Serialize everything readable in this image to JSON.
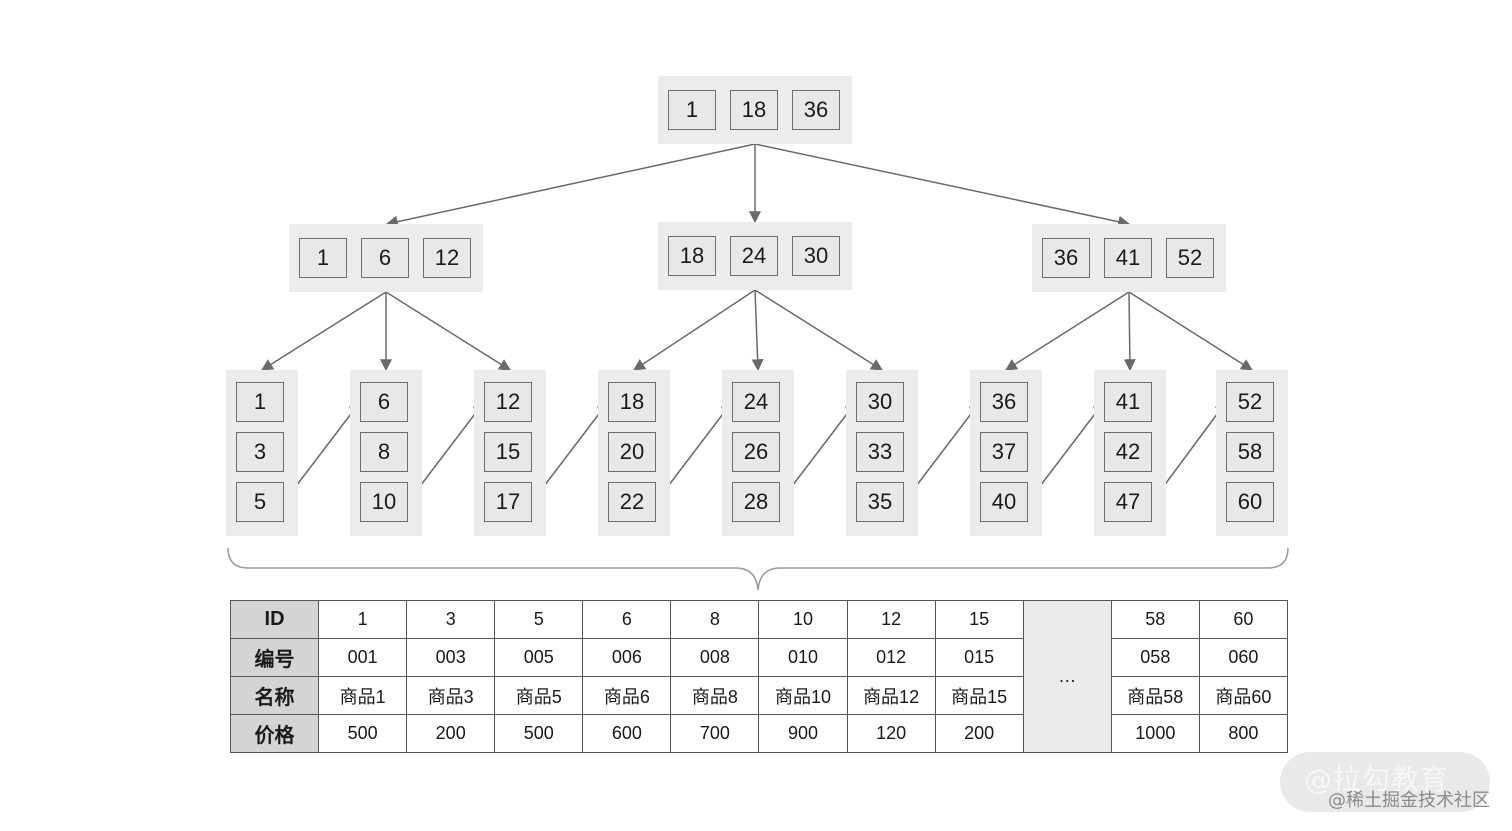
{
  "tree": {
    "root": [
      "1",
      "18",
      "36"
    ],
    "internal": [
      [
        "1",
        "6",
        "12"
      ],
      [
        "18",
        "24",
        "30"
      ],
      [
        "36",
        "41",
        "52"
      ]
    ],
    "leaves": [
      [
        "1",
        "3",
        "5"
      ],
      [
        "6",
        "8",
        "10"
      ],
      [
        "12",
        "15",
        "17"
      ],
      [
        "18",
        "20",
        "22"
      ],
      [
        "24",
        "26",
        "28"
      ],
      [
        "30",
        "33",
        "35"
      ],
      [
        "36",
        "37",
        "40"
      ],
      [
        "41",
        "42",
        "47"
      ],
      [
        "52",
        "58",
        "60"
      ]
    ]
  },
  "table": {
    "headers": [
      "ID",
      "编号",
      "名称",
      "价格"
    ],
    "columns": [
      [
        "1",
        "001",
        "商品1",
        "500"
      ],
      [
        "3",
        "003",
        "商品3",
        "200"
      ],
      [
        "5",
        "005",
        "商品5",
        "500"
      ],
      [
        "6",
        "006",
        "商品6",
        "600"
      ],
      [
        "8",
        "008",
        "商品8",
        "700"
      ],
      [
        "10",
        "010",
        "商品10",
        "900"
      ],
      [
        "12",
        "012",
        "商品12",
        "120"
      ],
      [
        "15",
        "015",
        "商品15",
        "200"
      ]
    ],
    "ellipsis": "…",
    "tail_columns": [
      [
        "58",
        "058",
        "商品58",
        "1000"
      ],
      [
        "60",
        "060",
        "商品60",
        "800"
      ]
    ]
  },
  "watermark": {
    "main": "@拉勾教育",
    "sub": "@稀土掘金技术社区"
  },
  "colors": {
    "node_bg": "#ececec",
    "key_bg": "#e8e8e8",
    "key_border": "#6e6e6e",
    "arrow": "#6a6a6a",
    "header_bg": "#d4d4d4"
  }
}
